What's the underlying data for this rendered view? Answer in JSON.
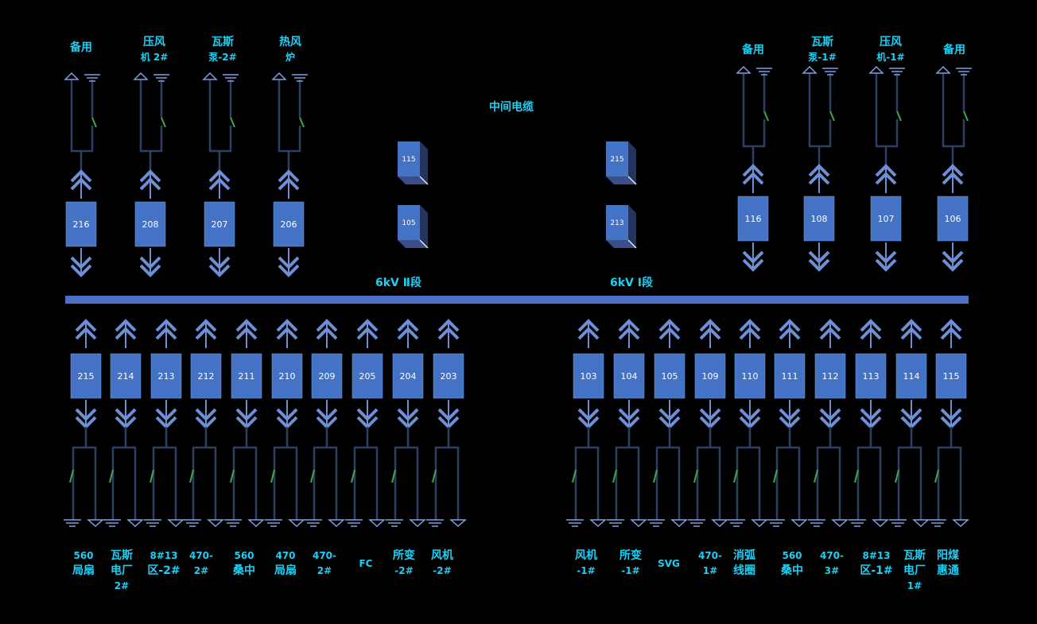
{
  "title": "中间电缆",
  "colors": {
    "background": "#000000",
    "label": "#1ad0f5",
    "breaker_fill": "#4472c4",
    "line": "#2e3f63",
    "switch_green": "#3fa84a",
    "bus": "#4a70c6"
  },
  "bus": {
    "left_label": "6kV Ⅱ段",
    "right_label": "6kV Ⅰ段"
  },
  "cable_boxes": [
    {
      "id": "115"
    },
    {
      "id": "105"
    },
    {
      "id": "215"
    },
    {
      "id": "213"
    }
  ],
  "top_feeders": [
    {
      "id": "216",
      "line1": "备用",
      "line2": ""
    },
    {
      "id": "208",
      "line1": "压风",
      "line2": "机 2#"
    },
    {
      "id": "207",
      "line1": "瓦斯",
      "line2": "泵-2#"
    },
    {
      "id": "206",
      "line1": "热风",
      "line2": "炉"
    },
    {
      "id": "116",
      "line1": "备用",
      "line2": ""
    },
    {
      "id": "108",
      "line1": "瓦斯",
      "line2": "泵-1#"
    },
    {
      "id": "107",
      "line1": "压风",
      "line2": "机-1#"
    },
    {
      "id": "106",
      "line1": "备用",
      "line2": ""
    }
  ],
  "bottom_feeders": [
    {
      "id": "215",
      "line1": "560",
      "line2": "局扇",
      "line3": ""
    },
    {
      "id": "214",
      "line1": "瓦斯",
      "line2": "电厂",
      "line3": "2#"
    },
    {
      "id": "213",
      "line1": "8#13",
      "line2": "区-2#",
      "line3": ""
    },
    {
      "id": "212",
      "line1": "470-",
      "line2": "2#",
      "line3": ""
    },
    {
      "id": "211",
      "line1": "560",
      "line2": "桑中",
      "line3": ""
    },
    {
      "id": "210",
      "line1": "470",
      "line2": "局扇",
      "line3": ""
    },
    {
      "id": "209",
      "line1": "470-",
      "line2": "2#",
      "line3": ""
    },
    {
      "id": "205",
      "line1": "FC",
      "line2": "",
      "line3": ""
    },
    {
      "id": "204",
      "line1": "所变",
      "line2": "-2#",
      "line3": ""
    },
    {
      "id": "203",
      "line1": "风机",
      "line2": "-2#",
      "line3": ""
    },
    {
      "id": "103",
      "line1": "风机",
      "line2": "-1#",
      "line3": ""
    },
    {
      "id": "104",
      "line1": "所变",
      "line2": "-1#",
      "line3": ""
    },
    {
      "id": "105",
      "line1": "SVG",
      "line2": "",
      "line3": ""
    },
    {
      "id": "109",
      "line1": "470-",
      "line2": "1#",
      "line3": ""
    },
    {
      "id": "110",
      "line1": "消弧",
      "line2": "线圈",
      "line3": ""
    },
    {
      "id": "111",
      "line1": "560",
      "line2": "桑中",
      "line3": ""
    },
    {
      "id": "112",
      "line1": "470-",
      "line2": "3#",
      "line3": ""
    },
    {
      "id": "113",
      "line1": "8#13",
      "line2": "区-1#",
      "line3": ""
    },
    {
      "id": "114",
      "line1": "瓦斯",
      "line2": "电厂",
      "line3": "1#"
    },
    {
      "id": "115",
      "line1": "阳煤",
      "line2": "惠通",
      "line3": ""
    }
  ]
}
